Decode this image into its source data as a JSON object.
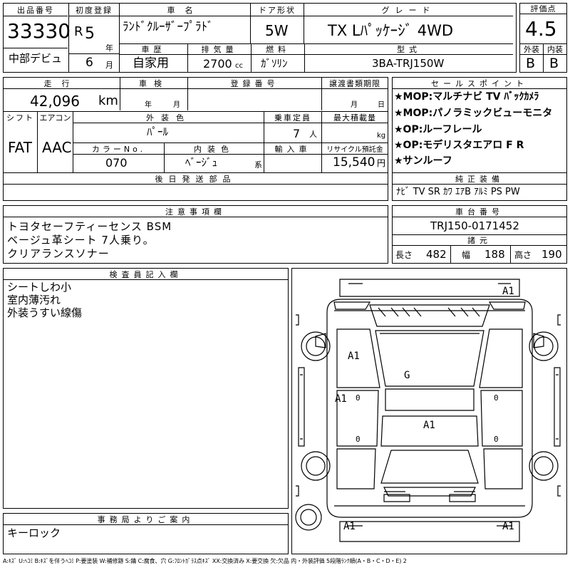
{
  "header": {
    "lot_number_label": "出品番号",
    "lot_number": "33330",
    "debut_label": "中部デビュ",
    "first_reg_label": "初度登録",
    "era": "R",
    "year_num": "5",
    "year_unit": "年",
    "month_num": "6",
    "month_unit": "月",
    "car_name_label": "車名",
    "car_name": "ﾗﾝﾄﾞｸﾙｰｻﾞｰﾌﾟﾗﾄﾞ",
    "door_label": "ドア形状",
    "door": "5W",
    "grade_label": "グレード",
    "grade": "TX Lﾊﾟｯｹｰｼﾞ 4WD",
    "score_label": "評価点",
    "score": "4.5",
    "history_label": "車歴",
    "history": "自家用",
    "displacement_label": "排気量",
    "displacement": "2700",
    "displacement_unit": "cc",
    "fuel_label": "燃料",
    "fuel": "ｶﾞｿﾘﾝ",
    "model_label": "型式",
    "model": "3BA-TRJ150W",
    "exterior_label": "外装",
    "exterior_grade": "B",
    "interior_label": "内装",
    "interior_grade": "B"
  },
  "specs": {
    "mileage_label": "走行",
    "mileage": "42,096",
    "mileage_unit": "km",
    "inspection_label": "車検",
    "inspection_year_unit": "年",
    "inspection_month_unit": "月",
    "reg_number_label": "登録番号",
    "transfer_label": "譲渡書類期限",
    "transfer_month_unit": "月",
    "transfer_day_unit": "日",
    "shift_label": "シフト",
    "shift": "FAT",
    "aircon_label": "エアコン",
    "aircon": "AAC",
    "ext_color_label": "外装色",
    "ext_color": "ﾊﾟｰﾙ",
    "capacity_label": "乗車定員",
    "capacity": "7",
    "capacity_unit": "人",
    "max_load_label": "最大積載量",
    "max_load_unit": "kg",
    "color_no_label": "カラーNo.",
    "color_no": "070",
    "int_color_label": "内装色",
    "int_color": "ﾍﾞｰｼﾞｭ",
    "int_color_suffix": "系",
    "import_label": "輸入車",
    "recycle_label": "リサイクル預託金",
    "recycle": "15,540",
    "recycle_unit": "円",
    "later_parts_label": "後日発送部品"
  },
  "sales_points": {
    "label": "セールスポイント",
    "items": [
      "★MOP:マルチナビ TV ﾊﾞｯｸｶﾒﾗ",
      "★MOP:パノラミックビューモニタ",
      "★OP:ルーフレール",
      "★OP:モデリスタエアロ F R",
      "★サンルーフ"
    ]
  },
  "equipment": {
    "label": "純正装備",
    "value": "ﾅﾋﾞ TV SR ｶﾜ ｴｱB ｱﾙﾐ PS PW"
  },
  "notes": {
    "label": "注意事項欄",
    "lines": [
      "トヨタセーフティーセンス BSM",
      "ベージュ革シート 7人乗り。",
      "クリアランスソナー"
    ]
  },
  "chassis": {
    "label": "車台番号",
    "value": "TRJ150-0171452",
    "dims_label": "諸元",
    "length_label": "長さ",
    "length": "482",
    "width_label": "幅",
    "width": "188",
    "height_label": "高さ",
    "height": "190"
  },
  "inspector": {
    "label": "検査員記入欄",
    "lines": [
      "シートしわ小",
      "室内薄汚れ",
      "外装うすい線傷"
    ]
  },
  "office": {
    "label": "事務局よりご案内",
    "value": "キーロック"
  },
  "diagram": {
    "marks": [
      "A1",
      "A1",
      "G",
      "A1",
      "A1",
      "A1",
      "A1"
    ],
    "zeros": [
      "0",
      "0",
      "0",
      "0"
    ]
  },
  "legend": "A:ｷｽﾞ U:ﾍｺﾐ B:ｷｽﾞを伴うﾍｺﾐ P:要塗装 W:補修跡 S:錆 C:腐食、穴 G:ﾌﾛﾝﾄｶﾞﾗｽ点ｷｽﾞ XX:交換済み X:要交換 欠:欠品 内・外装評価 5段階ﾗﾝｸ順(A・B・C・D・E) 2"
}
